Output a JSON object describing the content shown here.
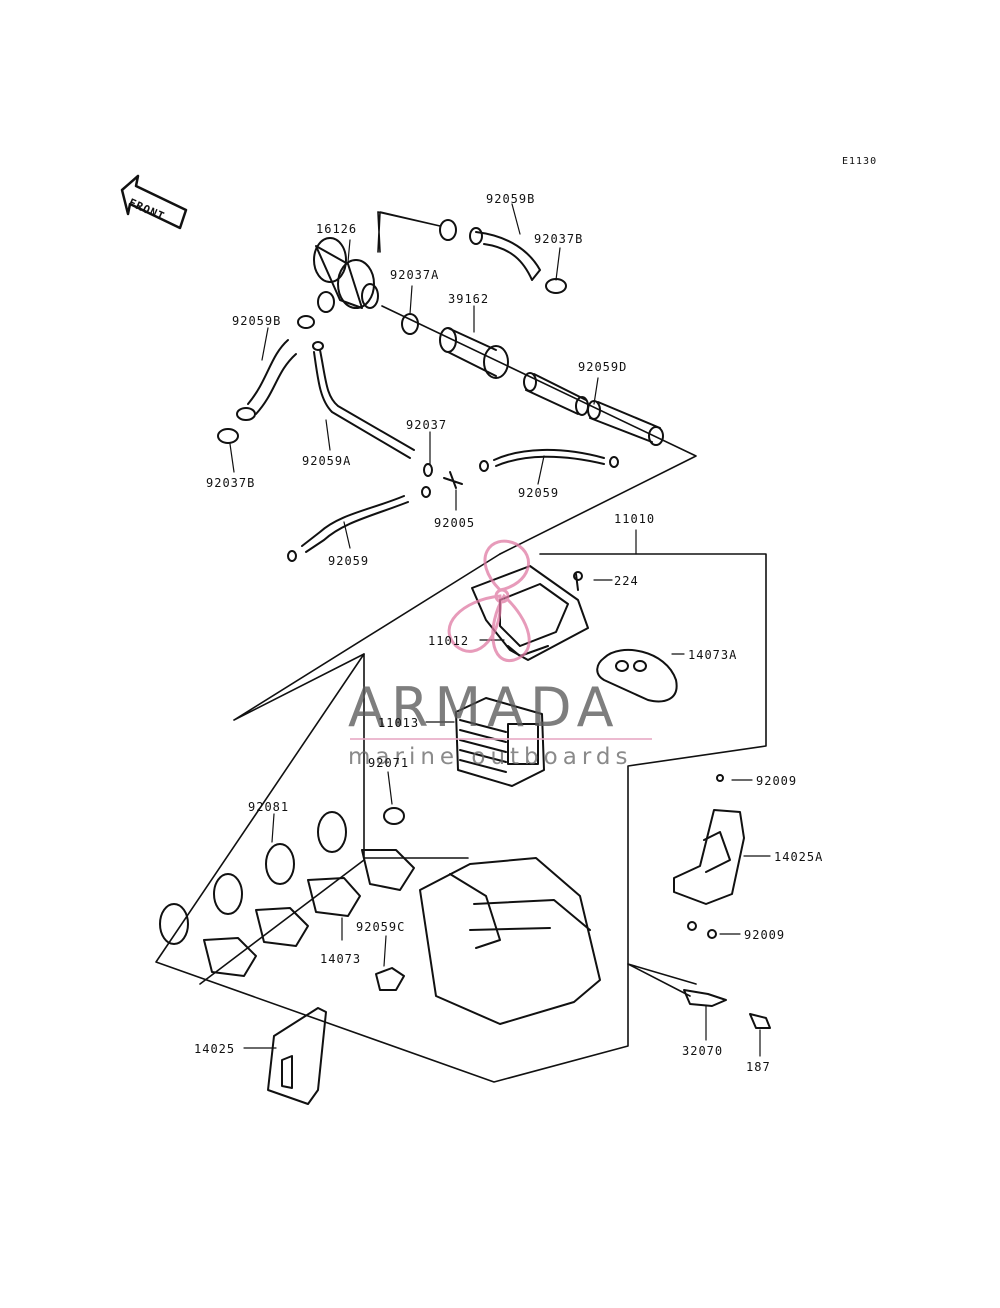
{
  "diagram_code": "E1130",
  "front_arrow_label": "FRONT",
  "watermark": {
    "title": "ARMADA",
    "subtitle": "marine outboards",
    "accent_color": "#e07aa4"
  },
  "parts": {
    "p16126": "16126",
    "p92059B_top": "92059B",
    "p92037B_top": "92037B",
    "p92037A": "92037A",
    "p39162": "39162",
    "p92059B_left": "92059B",
    "p92059D": "92059D",
    "p92037": "92037",
    "p92059A": "92059A",
    "p92037B_left": "92037B",
    "p92059_right": "92059",
    "p92005": "92005",
    "p11010": "11010",
    "p92059_lower": "92059",
    "p224": "224",
    "p11012": "11012",
    "p14073A": "14073A",
    "p11013": "11013",
    "p92071": "92071",
    "p92009_top": "92009",
    "p92081": "92081",
    "p14025A": "14025A",
    "p92059C": "92059C",
    "p92009_bottom": "92009",
    "p14073": "14073",
    "p14025": "14025",
    "p32070": "32070",
    "p187": "187"
  }
}
